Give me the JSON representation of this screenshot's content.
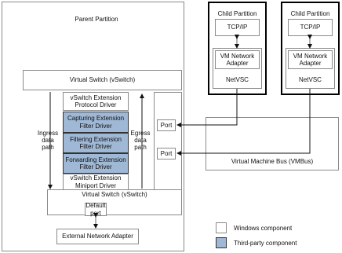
{
  "parent_partition": {
    "title": "Parent Partition",
    "vswitch_top": "Virtual Switch (vSwitch)",
    "vswitch_bottom": "Virtual Switch (vSwitch)",
    "ingress": "Ingress data path",
    "egress": "Egress data path",
    "protocol_driver": "vSwitch Extension Protocol Driver",
    "capturing_filter": "Capturing Extension Filter Driver",
    "filtering_filter": "Filtering Extension Filter Driver",
    "forwarding_filter": "Forwarding Extension Filter Driver",
    "miniport_driver": "vSwitch Extension Miniport Driver",
    "port_1": "Port",
    "port_2": "Port",
    "default_port": "Default port",
    "external_adapter": "External Network Adapter"
  },
  "child_partitions": [
    {
      "title": "Child Partition",
      "tcpip": "TCP/IP",
      "adapter": "VM Network Adapter",
      "netvsc": "NetVSC"
    },
    {
      "title": "Child Partition",
      "tcpip": "TCP/IP",
      "adapter": "VM Network Adapter",
      "netvsc": "NetVSC"
    }
  ],
  "vmbus": "Virtual Machine Bus (VMBus)",
  "legend": {
    "windows": "Windows component",
    "third_party": "Third-party component"
  },
  "colors": {
    "third_party_fill": "#9fb8d6",
    "border": "#8a8a8a"
  }
}
